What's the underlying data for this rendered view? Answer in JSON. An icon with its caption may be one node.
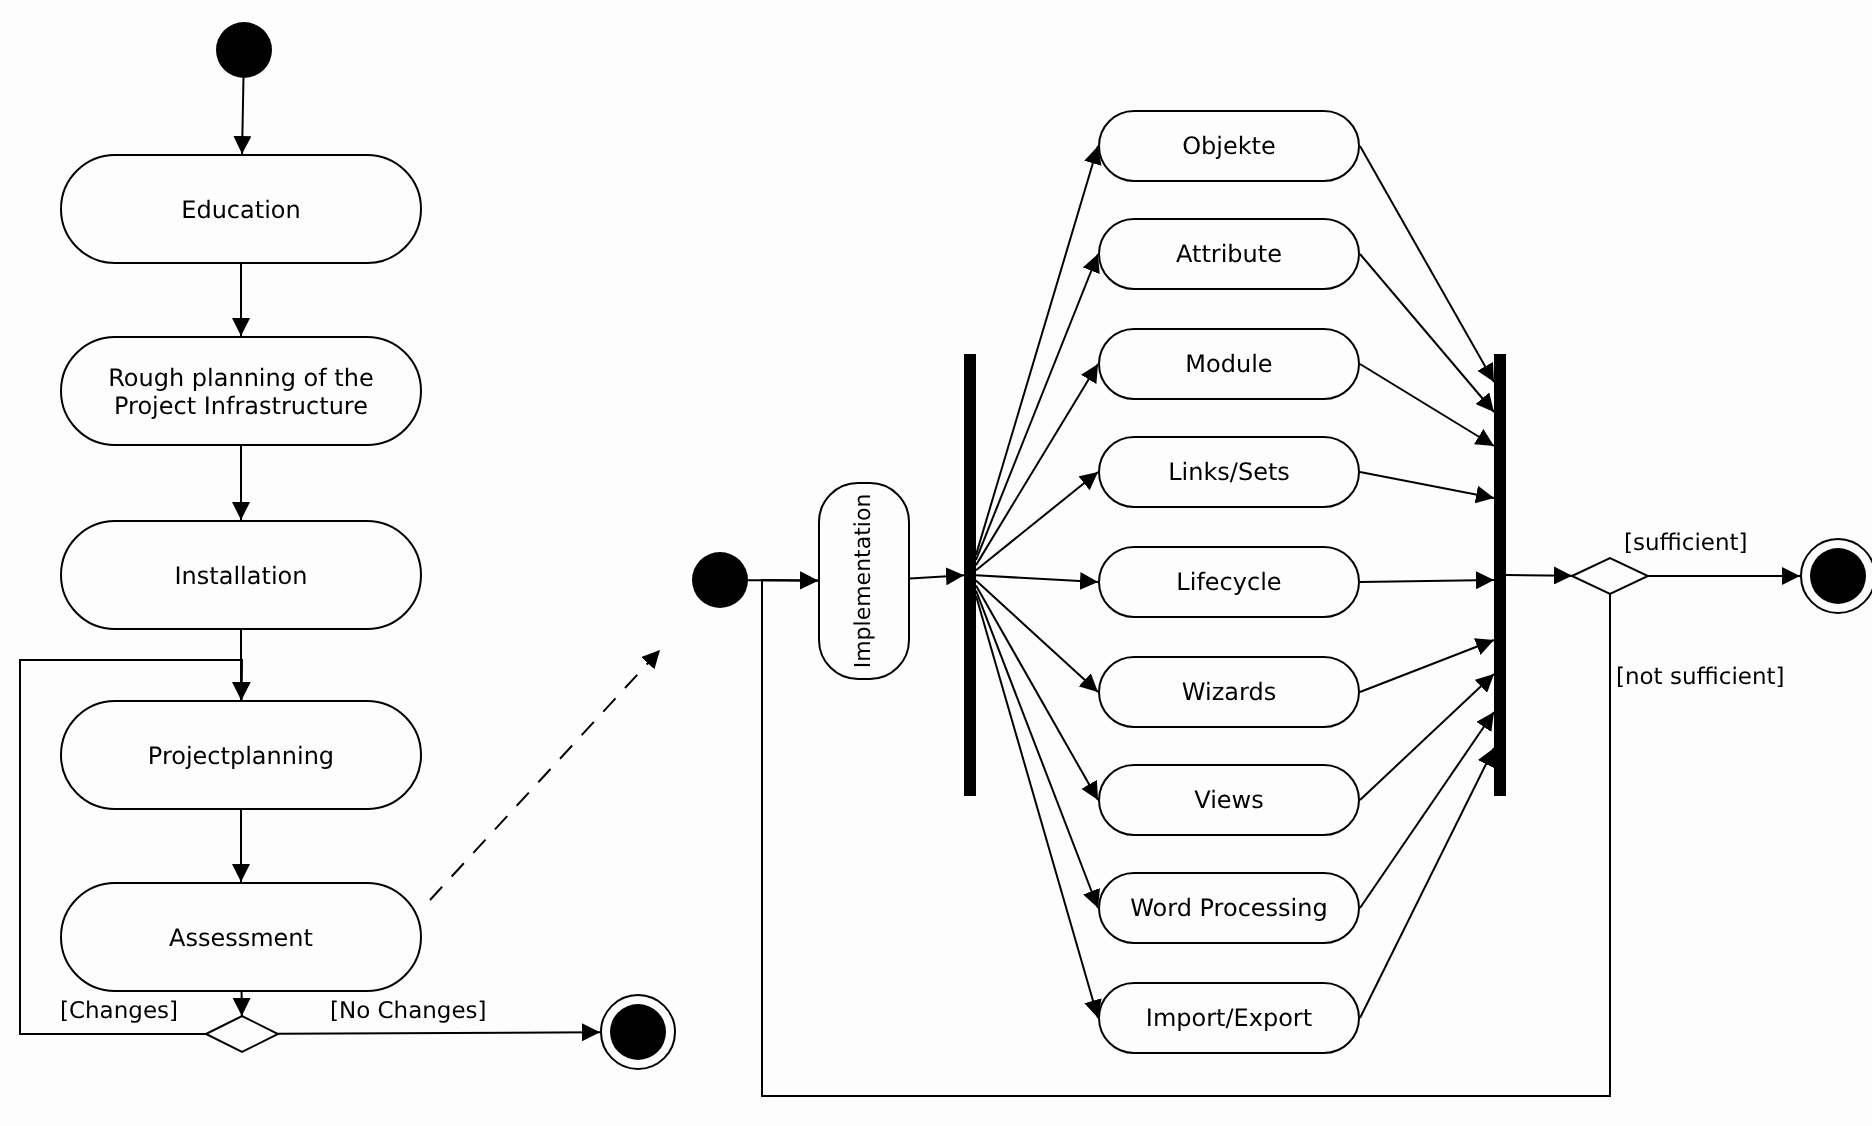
{
  "diagram": {
    "nodes": [
      {
        "text": [],
        "shape": "circle"
      },
      {
        "text": [
          "Education"
        ]
      },
      {
        "text": [
          "Rough planning of the Project Infrastructure"
        ]
      },
      {
        "text": [
          "Installation"
        ]
      },
      {
        "text": [
          "Projectplanning"
        ]
      },
      {
        "text": [
          "Assessment"
        ]
      },
      {
        "text": [],
        "shape": "diamond"
      },
      {
        "text": [],
        "shape": "bullseye"
      },
      {
        "text": [],
        "shape": "circle"
      },
      {
        "text": [
          "Implementation"
        ]
      },
      {
        "text": [],
        "shape": "bar"
      },
      {
        "text": [
          "Objekte"
        ]
      },
      {
        "text": [
          "Attribute"
        ]
      },
      {
        "text": [
          "Module"
        ]
      },
      {
        "text": [
          "Links/Sets"
        ]
      },
      {
        "text": [
          "Lifecycle"
        ]
      },
      {
        "text": [
          "Wizards"
        ]
      },
      {
        "text": [
          "Views"
        ]
      },
      {
        "text": [
          "Word Processing"
        ]
      },
      {
        "text": [
          "Import/Export"
        ]
      },
      {
        "text": [],
        "shape": "bar"
      },
      {
        "text": [],
        "shape": "diamond"
      },
      {
        "text": [],
        "shape": "bullseye"
      }
    ],
    "edges": [
      {
        "from": 0,
        "to": 1,
        "arrow": "to"
      },
      {
        "from": 1,
        "to": 2,
        "arrow": "to"
      },
      {
        "from": 2,
        "to": 3,
        "arrow": "to"
      },
      {
        "from": 3,
        "to": 4,
        "arrow": "to"
      },
      {
        "from": 4,
        "to": 5,
        "arrow": "to"
      },
      {
        "from": 5,
        "to": 6,
        "arrow": "to"
      },
      {
        "from": 6,
        "to": 7,
        "arrow": "to",
        "label": "[No Changes]"
      },
      {
        "from": 6,
        "to": 4,
        "arrow": "to",
        "label": "[Changes]"
      },
      {
        "from": 5,
        "to": null,
        "arrow": "to",
        "style": "dashed"
      },
      {
        "from": 8,
        "to": 9,
        "arrow": "to"
      },
      {
        "from": 9,
        "to": 10,
        "arrow": "to"
      },
      {
        "from": 10,
        "to": 11,
        "arrow": "to"
      },
      {
        "from": 10,
        "to": 12,
        "arrow": "to"
      },
      {
        "from": 10,
        "to": 13,
        "arrow": "to"
      },
      {
        "from": 10,
        "to": 14,
        "arrow": "to"
      },
      {
        "from": 10,
        "to": 15,
        "arrow": "to"
      },
      {
        "from": 10,
        "to": 16,
        "arrow": "to"
      },
      {
        "from": 10,
        "to": 17,
        "arrow": "to"
      },
      {
        "from": 10,
        "to": 18,
        "arrow": "to"
      },
      {
        "from": 10,
        "to": 19,
        "arrow": "to"
      },
      {
        "from": 11,
        "to": 20,
        "arrow": "to"
      },
      {
        "from": 12,
        "to": 20,
        "arrow": "to"
      },
      {
        "from": 13,
        "to": 20,
        "arrow": "to"
      },
      {
        "from": 14,
        "to": 20,
        "arrow": "to"
      },
      {
        "from": 15,
        "to": 20,
        "arrow": "to"
      },
      {
        "from": 16,
        "to": 20,
        "arrow": "to"
      },
      {
        "from": 17,
        "to": 20,
        "arrow": "to"
      },
      {
        "from": 18,
        "to": 20,
        "arrow": "to"
      },
      {
        "from": 19,
        "to": 20,
        "arrow": "to"
      },
      {
        "from": 20,
        "to": 21,
        "arrow": "to"
      },
      {
        "from": 21,
        "to": 22,
        "arrow": "to",
        "label": "[sufficient]"
      },
      {
        "from": 21,
        "to": 9,
        "arrow": "to",
        "label": "[not sufficient]"
      }
    ]
  }
}
